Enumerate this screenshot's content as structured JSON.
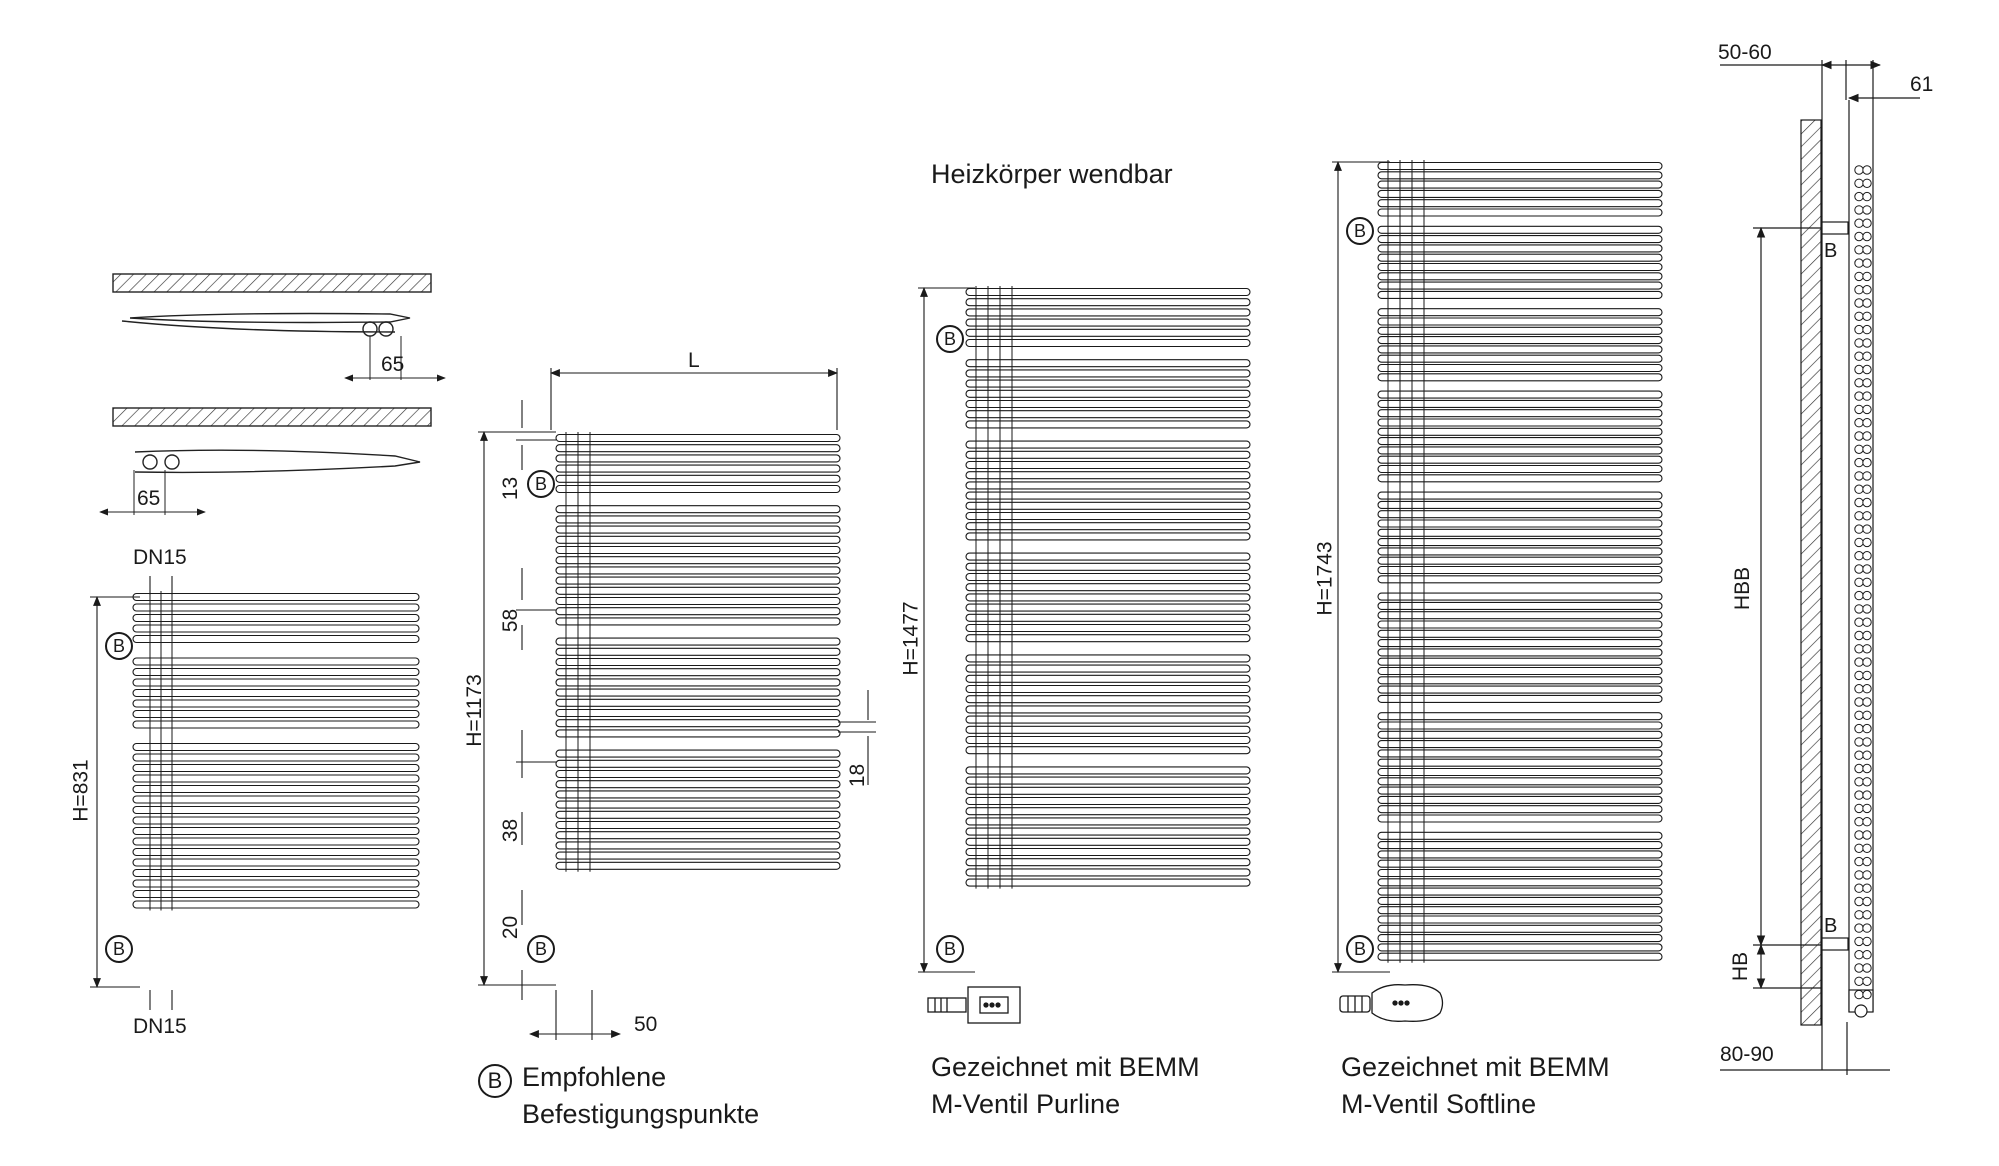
{
  "heading": "Heizkörper wendbar",
  "marker_letter": "B",
  "legend": {
    "line1": "Empfohlene",
    "line2": "Befestigungspunkte"
  },
  "pipe_size_label": "DN15",
  "side_view_offset": "65",
  "variants": [
    {
      "height_label": "H=831"
    },
    {
      "height_label": "H=1173",
      "width_label": "L",
      "tube_gap": "13",
      "group_gap_top": "58",
      "group_gap_bottom": "38",
      "bottom_gap": "20",
      "tube_offset": "18",
      "pipe_spacing": "50"
    },
    {
      "height_label": "H=1477",
      "caption_line1": "Gezeichnet mit BEMM",
      "caption_line2": "M-Ventil Purline"
    },
    {
      "height_label": "H=1743",
      "caption_line1": "Gezeichnet mit BEMM",
      "caption_line2": "M-Ventil Softline"
    }
  ],
  "side_section": {
    "wall_distance": "50-60",
    "depth": "61",
    "bracket_spacing_label": "HBB",
    "bracket_height_label": "HB",
    "bottom_distance": "80-90"
  }
}
